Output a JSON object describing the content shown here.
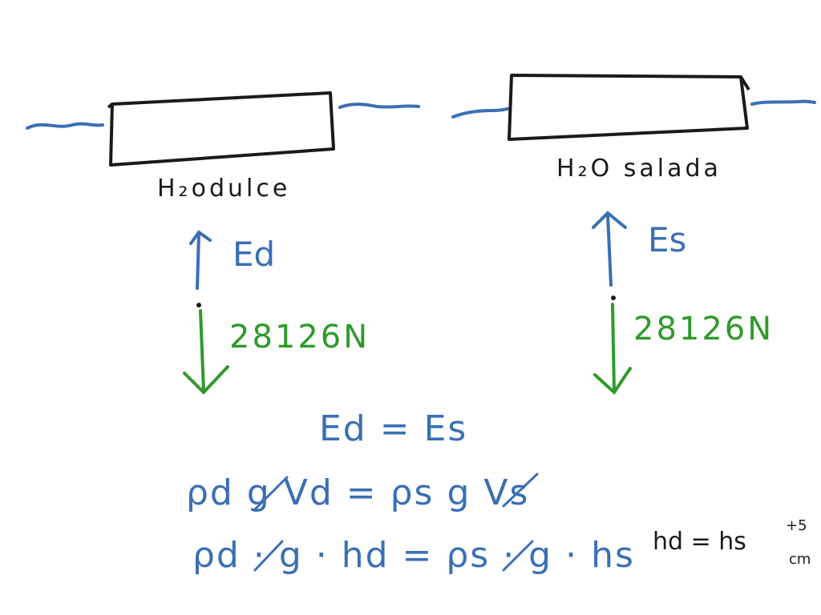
{
  "labels": {
    "fresh_water": "H₂odulce",
    "salt_water": "H₂O salada",
    "buoyancy_fresh": "Ed",
    "buoyancy_salt": "Es",
    "weight_left": "28126N",
    "weight_right": "28126N"
  },
  "equations": {
    "line1": "Ed = Es",
    "line2": "ρd g Vd = ρs g Vs",
    "line3": "ρd · g · hd = ρs · g · hs"
  },
  "side_note": {
    "main": "hd = hs",
    "extra": "+5",
    "unit": "cm"
  },
  "colors": {
    "ink_black": "#1a1a1a",
    "ink_blue": "#3a6fb5",
    "ink_green": "#2f9a2a"
  }
}
